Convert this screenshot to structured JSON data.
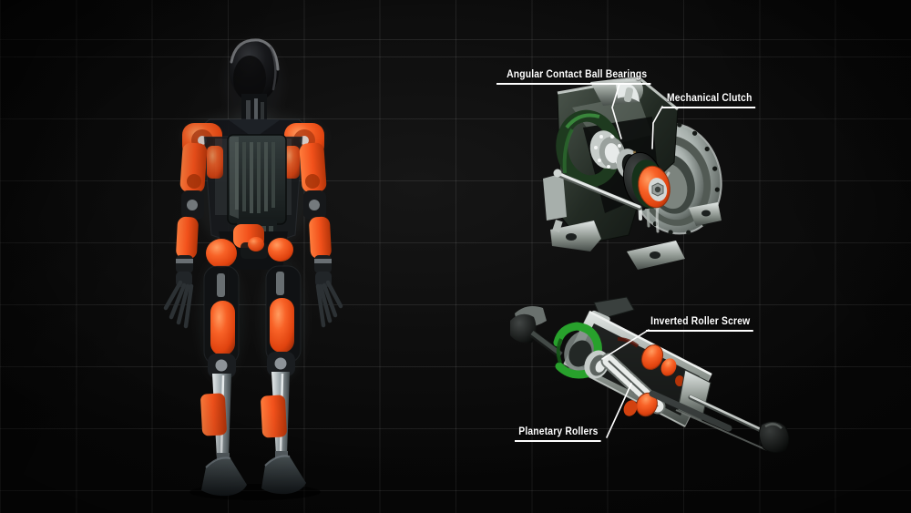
{
  "scene": {
    "colors": {
      "background": "#0d0d0d",
      "grid_line": "#262626",
      "actuator_orange": "#f2511b",
      "gear_green": "#2fa338",
      "metal_silver": "#aab3af",
      "label_text": "#ffffff",
      "label_line": "#ffffff"
    }
  },
  "callouts": {
    "rotary_actuator": [
      {
        "id": "angular-contact-ball-bearings",
        "label": "Angular Contact Ball Bearings"
      },
      {
        "id": "mechanical-clutch",
        "label": "Mechanical Clutch"
      }
    ],
    "linear_actuator": [
      {
        "id": "inverted-roller-screw",
        "label": "Inverted Roller Screw"
      },
      {
        "id": "planetary-rollers",
        "label": "Planetary Rollers"
      }
    ]
  }
}
